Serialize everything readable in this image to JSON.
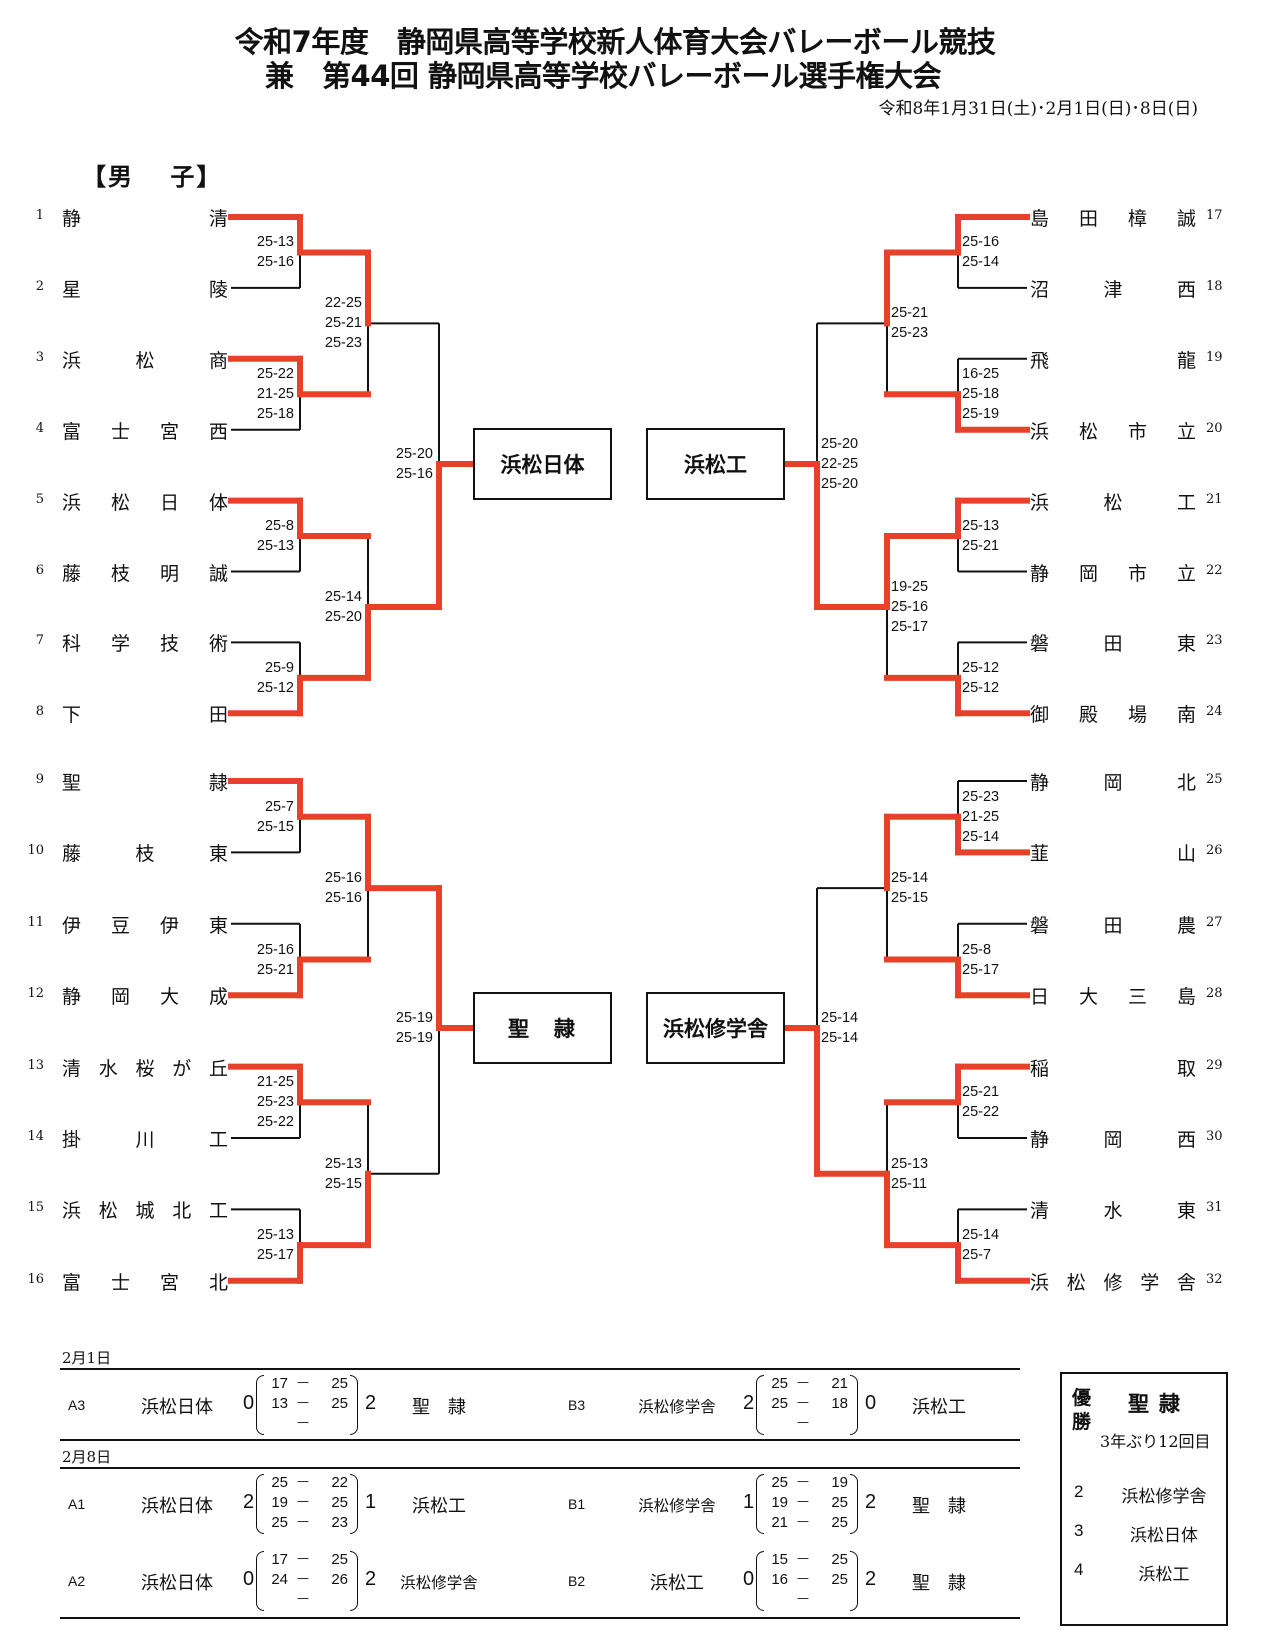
{
  "header": {
    "title_line1": "令和7年度　静岡県高等学校新人体育大会バレーボール競技",
    "title_line2": "兼　第44回 静岡県高等学校バレーボール選手権大会",
    "dates": "令和8年1月31日(土)･2月1日(日)･8日(日)",
    "section": "【男　 子】"
  },
  "colors": {
    "win_line": "#E8412A",
    "line": "#111111"
  },
  "teams_left": [
    {
      "seed": "1",
      "chars": [
        "静",
        "清"
      ]
    },
    {
      "seed": "2",
      "chars": [
        "星",
        "陵"
      ]
    },
    {
      "seed": "3",
      "chars": [
        "浜",
        "松",
        "商"
      ]
    },
    {
      "seed": "4",
      "chars": [
        "富",
        "士",
        "宮",
        "西"
      ]
    },
    {
      "seed": "5",
      "chars": [
        "浜",
        "松",
        "日",
        "体"
      ]
    },
    {
      "seed": "6",
      "chars": [
        "藤",
        "枝",
        "明",
        "誠"
      ]
    },
    {
      "seed": "7",
      "chars": [
        "科",
        "学",
        "技",
        "術"
      ]
    },
    {
      "seed": "8",
      "chars": [
        "下",
        "田"
      ]
    },
    {
      "seed": "9",
      "chars": [
        "聖",
        "隷"
      ]
    },
    {
      "seed": "10",
      "chars": [
        "藤",
        "枝",
        "東"
      ]
    },
    {
      "seed": "11",
      "chars": [
        "伊",
        "豆",
        "伊",
        "東"
      ]
    },
    {
      "seed": "12",
      "chars": [
        "静",
        "岡",
        "大",
        "成"
      ]
    },
    {
      "seed": "13",
      "chars": [
        "清",
        "水",
        "桜",
        "が",
        "丘"
      ]
    },
    {
      "seed": "14",
      "chars": [
        "掛",
        "川",
        "工"
      ]
    },
    {
      "seed": "15",
      "chars": [
        "浜",
        "松",
        "城",
        "北",
        "工"
      ]
    },
    {
      "seed": "16",
      "chars": [
        "富",
        "士",
        "宮",
        "北"
      ]
    }
  ],
  "teams_right": [
    {
      "seed": "17",
      "chars": [
        "島",
        "田",
        "樟",
        "誠"
      ]
    },
    {
      "seed": "18",
      "chars": [
        "沼",
        "津",
        "西"
      ]
    },
    {
      "seed": "19",
      "chars": [
        "飛",
        "龍"
      ]
    },
    {
      "seed": "20",
      "chars": [
        "浜",
        "松",
        "市",
        "立"
      ]
    },
    {
      "seed": "21",
      "chars": [
        "浜",
        "松",
        "工"
      ]
    },
    {
      "seed": "22",
      "chars": [
        "静",
        "岡",
        "市",
        "立"
      ]
    },
    {
      "seed": "23",
      "chars": [
        "磐",
        "田",
        "東"
      ]
    },
    {
      "seed": "24",
      "chars": [
        "御",
        "殿",
        "場",
        "南"
      ]
    },
    {
      "seed": "25",
      "chars": [
        "静",
        "岡",
        "北"
      ]
    },
    {
      "seed": "26",
      "chars": [
        "韮",
        "山"
      ]
    },
    {
      "seed": "27",
      "chars": [
        "磐",
        "田",
        "農"
      ]
    },
    {
      "seed": "28",
      "chars": [
        "日",
        "大",
        "三",
        "島"
      ]
    },
    {
      "seed": "29",
      "chars": [
        "稲",
        "取"
      ]
    },
    {
      "seed": "30",
      "chars": [
        "静",
        "岡",
        "西"
      ]
    },
    {
      "seed": "31",
      "chars": [
        "清",
        "水",
        "東"
      ]
    },
    {
      "seed": "32",
      "chars": [
        "浜",
        "松",
        "修",
        "学",
        "舎"
      ]
    }
  ],
  "bracket_left": {
    "r1": [
      {
        "winner": 0,
        "sets": [
          "25-13",
          "25-16"
        ]
      },
      {
        "winner": 0,
        "sets": [
          "25-22",
          "21-25",
          "25-18"
        ]
      },
      {
        "winner": 0,
        "sets": [
          "25-8",
          "25-13"
        ]
      },
      {
        "winner": 1,
        "sets": [
          "25-9",
          "25-12"
        ]
      },
      {
        "winner": 0,
        "sets": [
          "25-7",
          "25-15"
        ]
      },
      {
        "winner": 1,
        "sets": [
          "25-16",
          "25-21"
        ]
      },
      {
        "winner": 0,
        "sets": [
          "21-25",
          "25-23",
          "25-22"
        ]
      },
      {
        "winner": 1,
        "sets": [
          "25-13",
          "25-17"
        ]
      }
    ],
    "r2": [
      {
        "winner": 0,
        "sets": [
          "22-25",
          "25-21",
          "25-23"
        ]
      },
      {
        "winner": 1,
        "sets": [
          "25-14",
          "25-20"
        ]
      },
      {
        "winner": 0,
        "sets": [
          "25-16",
          "25-16"
        ]
      },
      {
        "winner": 1,
        "sets": [
          "25-13",
          "25-15"
        ]
      }
    ],
    "r3": [
      {
        "winner": 1,
        "sets": [
          "25-20",
          "25-16"
        ]
      },
      {
        "winner": 0,
        "sets": [
          "25-19",
          "25-19"
        ]
      }
    ]
  },
  "bracket_right": {
    "r1": [
      {
        "winner": 0,
        "sets": [
          "25-16",
          "25-14"
        ]
      },
      {
        "winner": 1,
        "sets": [
          "16-25",
          "25-18",
          "25-19"
        ]
      },
      {
        "winner": 0,
        "sets": [
          "25-13",
          "25-21"
        ]
      },
      {
        "winner": 1,
        "sets": [
          "25-12",
          "25-12"
        ]
      },
      {
        "winner": 1,
        "sets": [
          "25-23",
          "21-25",
          "25-14"
        ]
      },
      {
        "winner": 1,
        "sets": [
          "25-8",
          "25-17"
        ]
      },
      {
        "winner": 0,
        "sets": [
          "25-21",
          "25-22"
        ]
      },
      {
        "winner": 1,
        "sets": [
          "25-14",
          "25-7"
        ]
      }
    ],
    "r2": [
      {
        "winner": 0,
        "sets": [
          "25-21",
          "25-23"
        ]
      },
      {
        "winner": 0,
        "sets": [
          "19-25",
          "25-16",
          "25-17"
        ]
      },
      {
        "winner": 0,
        "sets": [
          "25-14",
          "25-15"
        ]
      },
      {
        "winner": 1,
        "sets": [
          "25-13",
          "25-11"
        ]
      }
    ],
    "r3": [
      {
        "winner": 1,
        "sets": [
          "25-20",
          "22-25",
          "25-20"
        ]
      },
      {
        "winner": 1,
        "sets": [
          "25-14",
          "25-14"
        ]
      }
    ]
  },
  "block_winners": {
    "a_top": "浜松日体",
    "a_bottom": "聖　隷",
    "b_top": "浜松工",
    "b_bottom": "浜松修学舎"
  },
  "finals": {
    "day1_label": "2月1日",
    "day2_label": "2月8日",
    "matches": [
      {
        "code": "A3",
        "left": "浜松日体",
        "lsets": "0",
        "rows": [
          [
            "17",
            "25"
          ],
          [
            "13",
            "25"
          ],
          [
            "",
            ""
          ]
        ],
        "rsets": "2",
        "right": "聖　隷"
      },
      {
        "code": "B3",
        "left": "浜松修学舎",
        "lsets": "2",
        "rows": [
          [
            "25",
            "21"
          ],
          [
            "25",
            "18"
          ],
          [
            "",
            ""
          ]
        ],
        "rsets": "0",
        "right": "浜松工"
      },
      {
        "code": "A1",
        "left": "浜松日体",
        "lsets": "2",
        "rows": [
          [
            "25",
            "22"
          ],
          [
            "19",
            "25"
          ],
          [
            "25",
            "23"
          ]
        ],
        "rsets": "1",
        "right": "浜松工"
      },
      {
        "code": "B1",
        "left": "浜松修学舎",
        "lsets": "1",
        "rows": [
          [
            "25",
            "19"
          ],
          [
            "19",
            "25"
          ],
          [
            "21",
            "25"
          ]
        ],
        "rsets": "2",
        "right": "聖　隷"
      },
      {
        "code": "A2",
        "left": "浜松日体",
        "lsets": "0",
        "rows": [
          [
            "17",
            "25"
          ],
          [
            "24",
            "26"
          ],
          [
            "",
            ""
          ]
        ],
        "rsets": "2",
        "right": "浜松修学舎"
      },
      {
        "code": "B2",
        "left": "浜松工",
        "lsets": "0",
        "rows": [
          [
            "15",
            "25"
          ],
          [
            "16",
            "25"
          ],
          [
            "",
            ""
          ]
        ],
        "rsets": "2",
        "right": "聖　隷"
      }
    ],
    "dash": "－"
  },
  "results": {
    "champion_label": "優勝",
    "champion": "聖隷",
    "champion_note": "3年ぶり12回目",
    "rankings": [
      {
        "rank": "2",
        "team": "浜松修学舎"
      },
      {
        "rank": "3",
        "team": "浜松日体"
      },
      {
        "rank": "4",
        "team": "浜松工"
      }
    ]
  }
}
